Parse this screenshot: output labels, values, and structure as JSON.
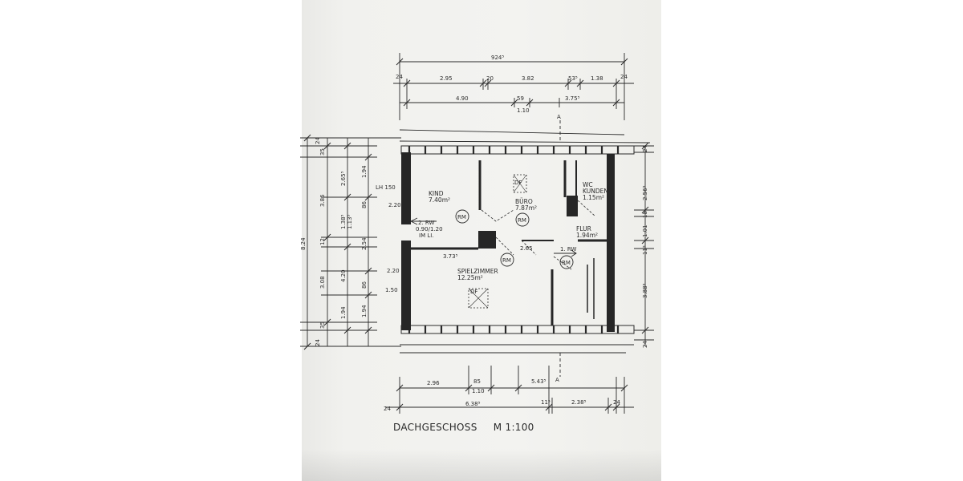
{
  "drawing": {
    "title": "DACHGESCHOSS",
    "scale": "M 1:100"
  },
  "rooms": {
    "kind": {
      "name": "KIND",
      "area": "7.40m²"
    },
    "buero": {
      "name": "BÜRO",
      "area": "7.87m²"
    },
    "wc": {
      "name": "WC",
      "name2": "KUNDEN",
      "area": "1.15m²"
    },
    "flur": {
      "name": "FLUR",
      "area": "1.94m²"
    },
    "spielzimmer": {
      "name": "SPIELZIMMER",
      "area": "12.25m²"
    }
  },
  "symbols": {
    "rm": "RM",
    "df": "DF",
    "section": "A",
    "rw2": "2. RW",
    "rw2_size": "0.90/1.20",
    "rw2_note": "IM LI.",
    "rw1": "1. RW",
    "lh": "LH 150"
  },
  "dims": {
    "top_total": "924⁵",
    "top_row2": [
      "24",
      "2.95",
      "20",
      "3.82",
      "53⁵",
      "1.38",
      "24"
    ],
    "top_row3": [
      "4.90",
      "59",
      "1.10",
      "3.75⁵"
    ],
    "bottom_row1": [
      "2.96",
      "85",
      "1.10",
      "5.43⁵"
    ],
    "bottom_row2": [
      "24",
      "6.38⁵",
      "11⁵",
      "2.38⁵",
      "24"
    ],
    "left_outer": [
      "24",
      "35",
      "3.86",
      "12",
      "3.08",
      "35",
      "24"
    ],
    "left_inner": [
      "2.65⁵",
      "1.38⁵",
      "1.13⁵",
      "4.20",
      "1.94"
    ],
    "left_window": [
      "1.94",
      "86",
      "2.54",
      "86",
      "1.94"
    ],
    "left_sill": [
      "2.20",
      "2.20",
      "1.50"
    ],
    "right": [
      "24",
      "2.56⁵",
      "18",
      "1.01",
      "11⁵",
      "3.88⁵",
      "24"
    ],
    "interior": [
      "3.73⁵",
      "2.65"
    ],
    "side_cut": "8.24"
  }
}
